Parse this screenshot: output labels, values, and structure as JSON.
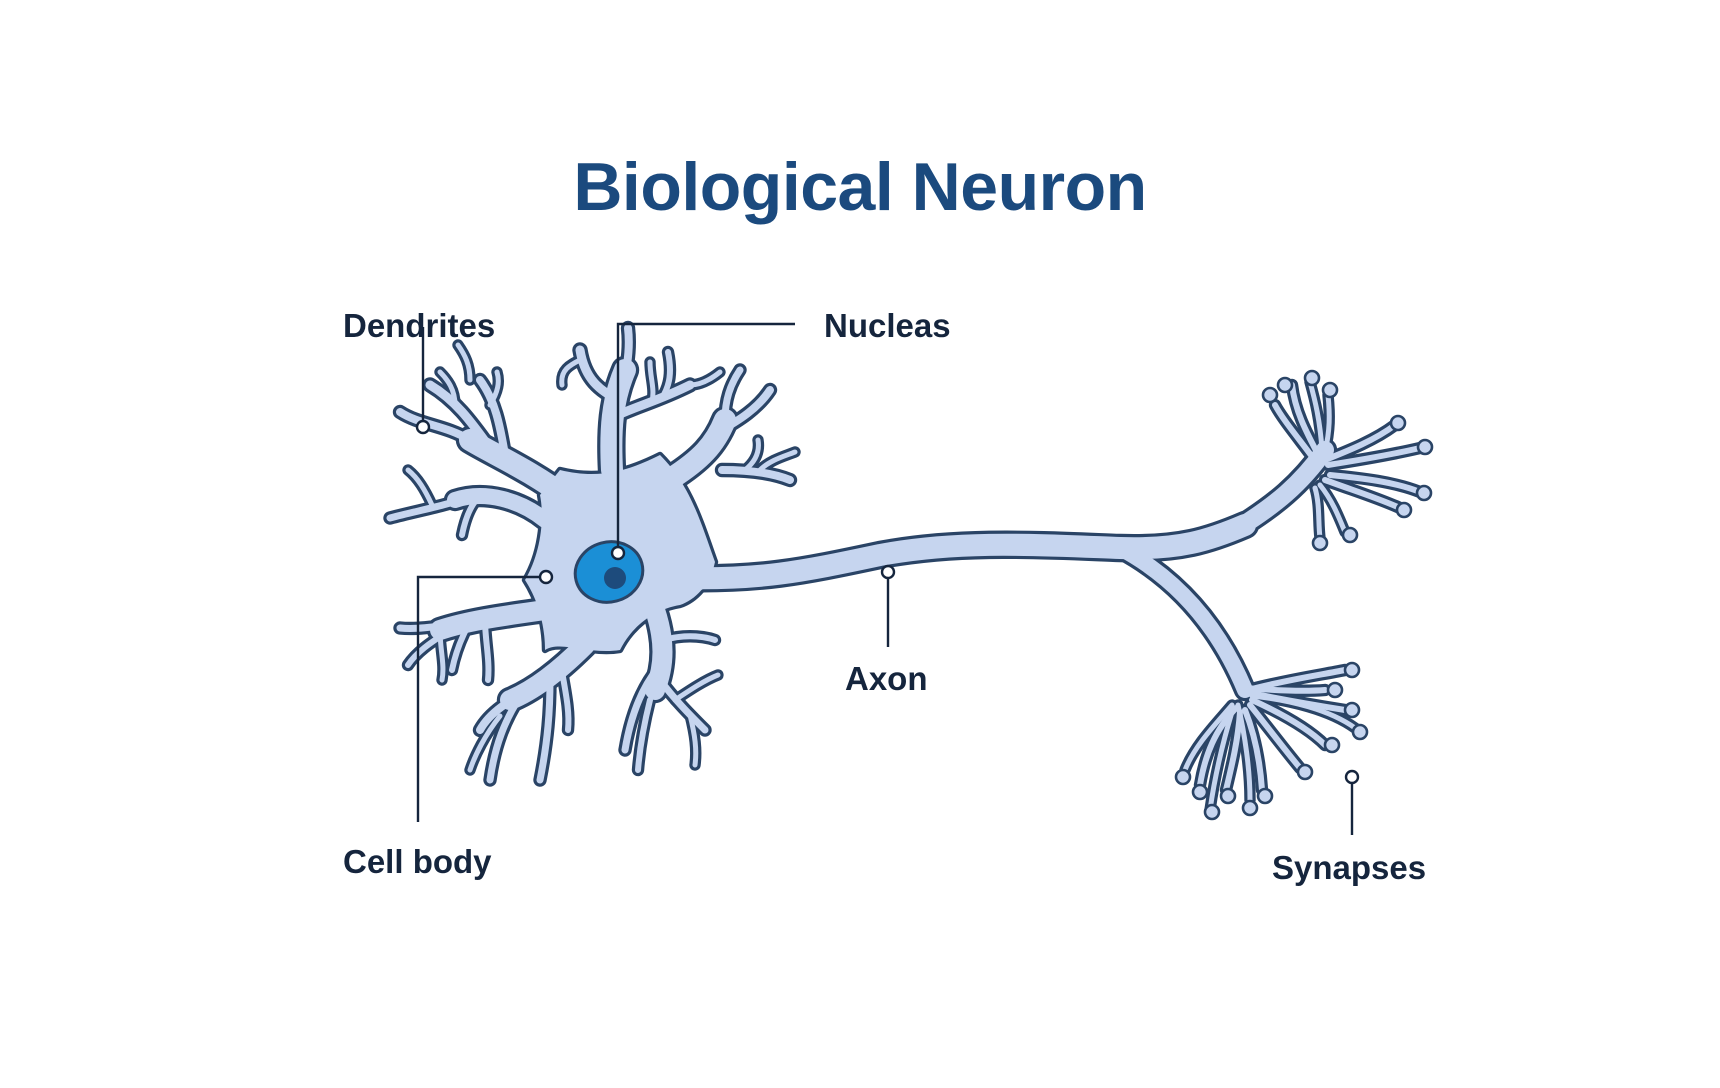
{
  "title": "Biological Neuron",
  "labels": {
    "dendrites": "Dendrites",
    "nucleas": "Nucleas",
    "cell_body": "Cell body",
    "axon": "Axon",
    "synapses": "Synapses"
  },
  "colors": {
    "title": "#1b4a7e",
    "label": "#15253d",
    "cell_fill": "#c6d5ef",
    "cell_stroke": "#2a4466",
    "nucleus_fill": "#1b8fd6",
    "nucleolus_fill": "#1d4b7c",
    "leader_line": "#15253d"
  }
}
